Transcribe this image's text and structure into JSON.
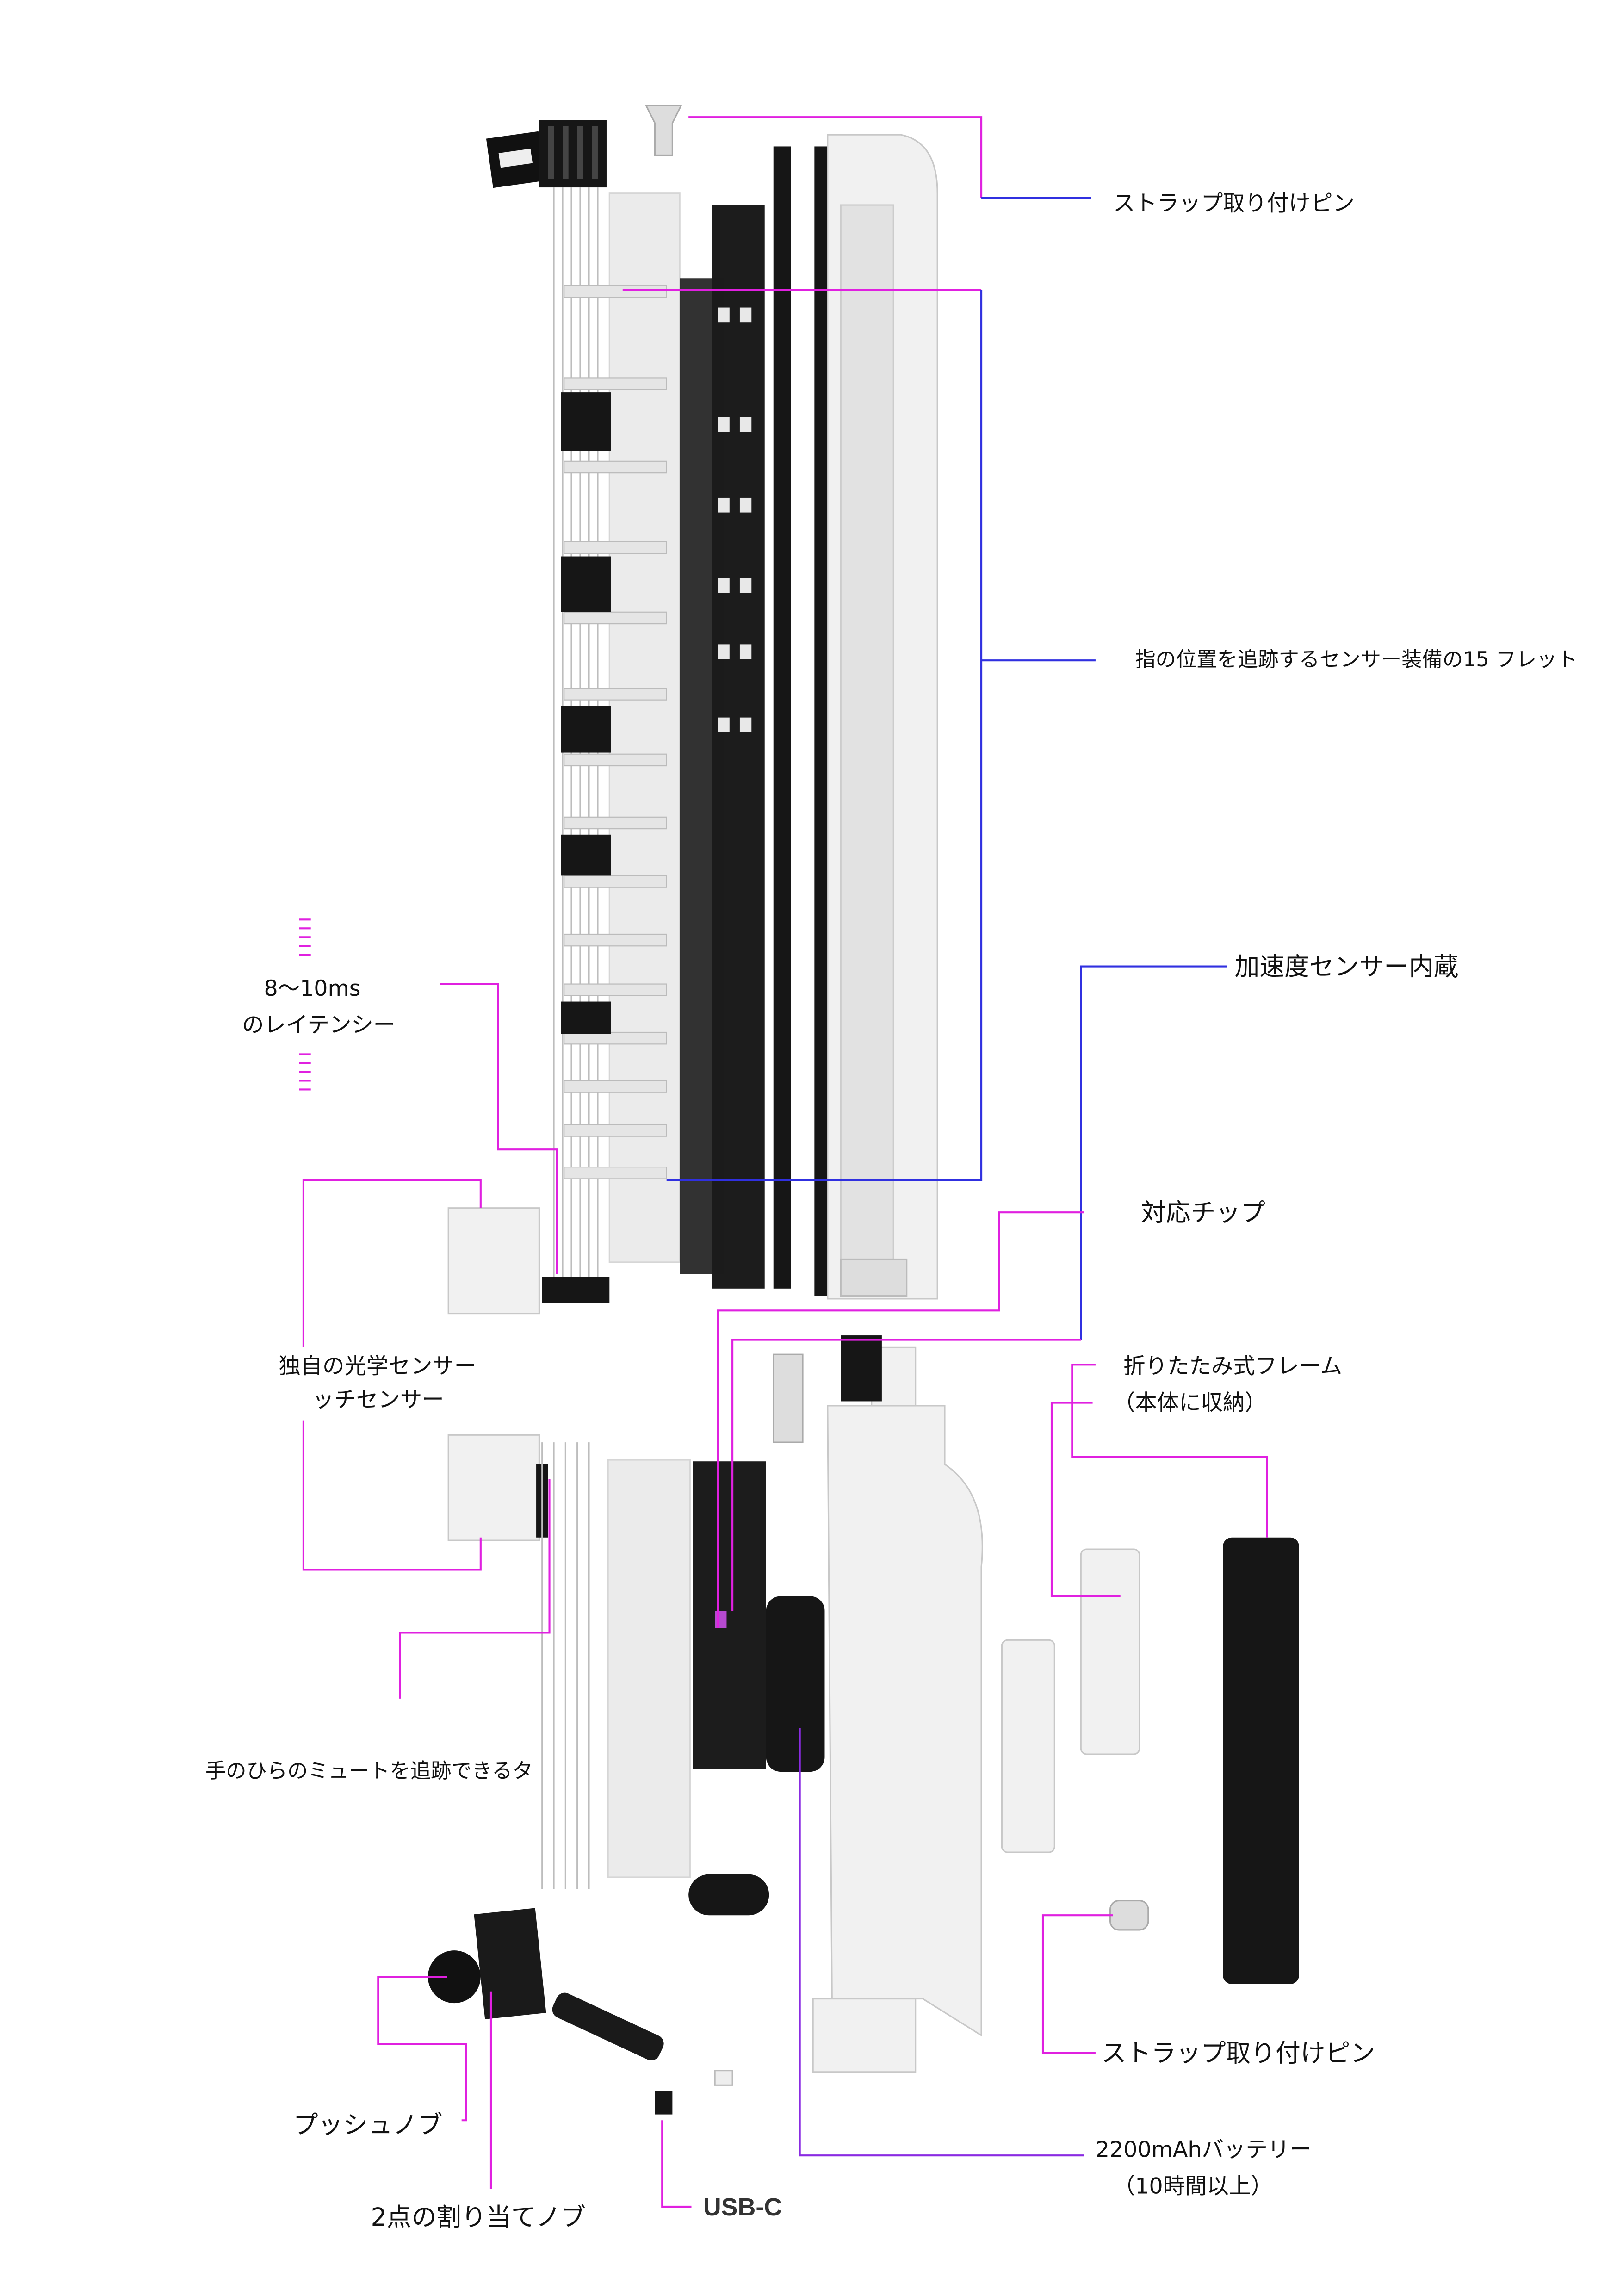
{
  "labels": {
    "strap_pin_top": "ストラップ取り付けピン",
    "frets": "指の位置を追跡するセンサー装備の15 フレット",
    "accelerometer": "加速度センサー内蔵",
    "chip": "対応チップ",
    "latency_line1": "8～10ms",
    "latency_line2": "のレイテンシー",
    "optical_line1": "独自の光学センサー",
    "optical_line2": "ッチセンサー",
    "folding_line1": "折りたたみ式フレーム",
    "folding_line2": "（本体に収納）",
    "palm_mute": "手のひらのミュートを追跡できるタ",
    "push_knob": "プッシュノブ",
    "assign_knob": "2点の割り当てノブ",
    "usb": "USB-C",
    "strap_pin_bottom": "ストラップ取り付けピン",
    "battery_line1": "2200mAhバッテリー",
    "battery_line2": "（10時間以上）"
  },
  "colors": {
    "leader_magenta": "#e020e0",
    "leader_blue": "#3030e0",
    "leader_purple": "#8a2be2"
  }
}
